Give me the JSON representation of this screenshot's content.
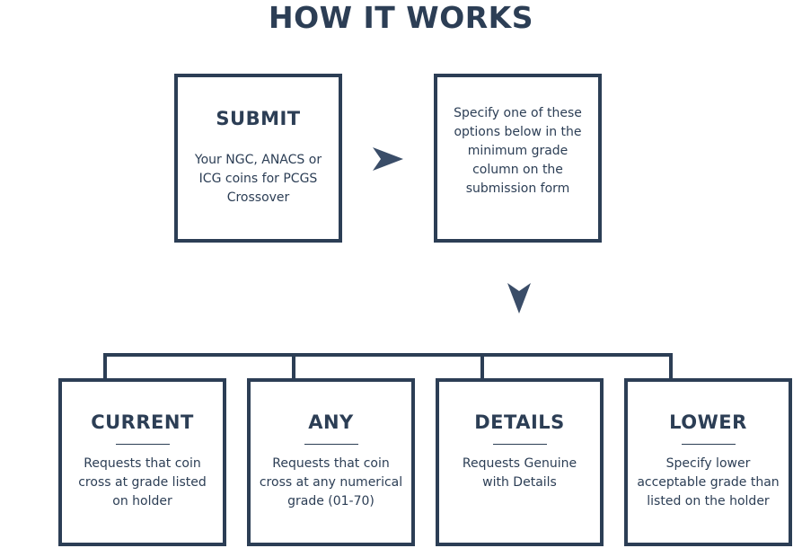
{
  "title": "HOW IT WORKS",
  "submit": {
    "heading": "SUBMIT",
    "text": "Your NGC, ANACS or ICG coins for PCGS Crossover"
  },
  "specify": {
    "text": "Specify one of these options below in the minimum grade column on the submission form"
  },
  "options": [
    {
      "heading": "CURRENT",
      "text": "Requests that coin cross at grade listed on holder"
    },
    {
      "heading": "ANY",
      "text": "Requests that coin cross at any numerical grade (01-70)"
    },
    {
      "heading": "DETAILS",
      "text": "Requests Genuine with Details"
    },
    {
      "heading": "LOWER",
      "text": "Specify lower acceptable grade than listed on the holder"
    }
  ],
  "colors": {
    "primary": "#2c3e55",
    "arrow": "#3a4d68"
  },
  "icons": {
    "right_arrow": "arrowhead-right-icon",
    "down_arrow": "arrowhead-down-icon"
  }
}
